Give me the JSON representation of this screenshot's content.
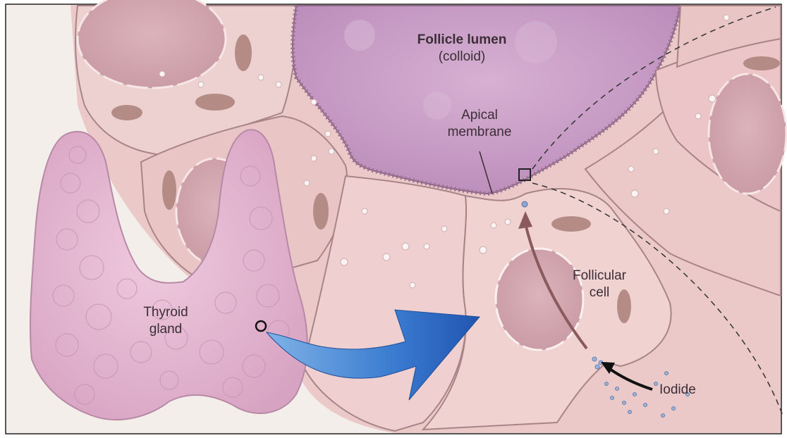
{
  "labels": {
    "lumen_title": "Follicle lumen",
    "lumen_sub": "(colloid)",
    "apical_1": "Apical",
    "apical_2": "membrane",
    "follicular_1": "Follicular",
    "follicular_2": "cell",
    "thyroid_1": "Thyroid",
    "thyroid_2": "gland",
    "iodide": "Iodide"
  },
  "colors": {
    "lumen": "#c79ac6",
    "cell": "#ecc9c9",
    "cell_border": "#a88488",
    "nucleus": "#d7aab2",
    "thyroid": "#e4b8d1",
    "blue_arrow": "#2f6fc4",
    "brown_arrow": "#8a5a5c",
    "background": "#f1ece8"
  },
  "icons": [
    "blue-curved-arrow",
    "brown-transport-arrow",
    "black-iodide-arrow",
    "zoom-circle-marker",
    "zoom-square-marker"
  ]
}
